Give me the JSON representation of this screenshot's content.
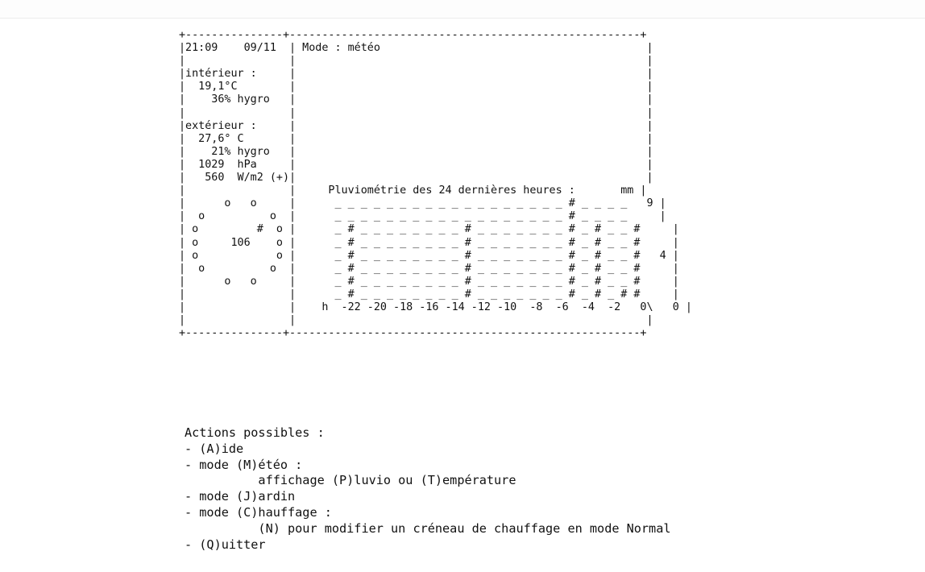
{
  "screen": {
    "lines": [
      "+---------------+------------------------------------------------------+",
      "|21:09    09/11  | Mode : météo                                         |",
      "|                |                                                      |",
      "|intérieur :     |                                                      |",
      "|  19,1°C        |                                                      |",
      "|    36% hygro   |                                                      |",
      "|                |                                                      |",
      "|extérieur :     |                                                      |",
      "|  27,6° C       |                                                      |",
      "|    21% hygro   |                                                      |",
      "|  1029  hPa     |                                                      |",
      "|   560  W/m2 (+)|                                                      |",
      "|                |     Pluviométrie des 24 dernières heures :       mm |",
      "|      o   o     |      _ _ _ _ _ _ _ _ _ _ _ _ _ _ _ _ _ _ # _ _ _ _   9 |",
      "|  o          o  |      _ _ _ _ _ _ _ _ _ _ _ _ _ _ _ _ _ _ # _ _ _ _     |",
      "| o         #  o |      _ # _ _ _ _ _ _ _ _ # _ _ _ _ _ _ _ # _ # _ _ #     |",
      "| o     106    o |      _ # _ _ _ _ _ _ _ _ # _ _ _ _ _ _ _ # _ # _ _ #     |",
      "| o            o |      _ # _ _ _ _ _ _ _ _ # _ _ _ _ _ _ _ # _ # _ _ #   4 |",
      "|  o          o  |      _ # _ _ _ _ _ _ _ _ # _ _ _ _ _ _ _ # _ # _ _ #     |",
      "|      o   o     |      _ # _ _ _ _ _ _ _ _ # _ _ _ _ _ _ _ # _ # _ _ #     |",
      "|                |      _ # _ _ _ _ _ _ _ _ # _ _ _ _ _ _ _ # _ # _ # #     |",
      "|                |    h  -22 -20 -18 -16 -14 -12 -10  -8  -6  -4  -2   0\\   0 |",
      "|                |                                                      |",
      "+---------------+------------------------------------------------------+"
    ]
  },
  "actions": {
    "lines": [
      "Actions possibles :",
      "- (A)ide",
      "- mode (M)étéo :",
      "          affichage (P)luvio ou (T)empérature",
      "- mode (J)ardin",
      "- mode (C)hauffage :",
      "          (N) pour modifier un créneau de chauffage en mode Normal",
      "- (Q)uitter"
    ]
  }
}
